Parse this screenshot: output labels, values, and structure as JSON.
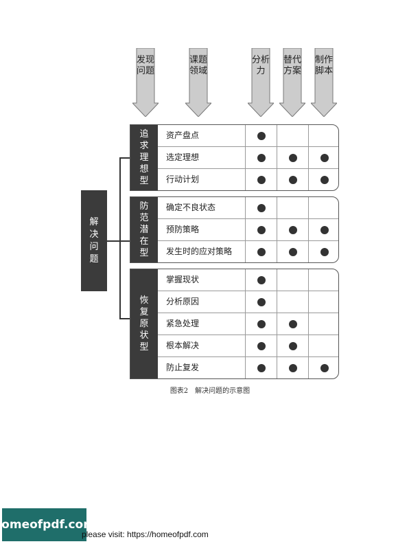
{
  "columns": [
    {
      "label": "发现问题"
    },
    {
      "label": "课题领域"
    },
    {
      "label": "分析力"
    },
    {
      "label": "替代方案"
    },
    {
      "label": "制作脚本"
    }
  ],
  "root_label": "解决问题",
  "groups": [
    {
      "label": "追求理想型",
      "rows": [
        {
          "label": "资产盘点",
          "marks": [
            true,
            false,
            false
          ]
        },
        {
          "label": "选定理想",
          "marks": [
            true,
            true,
            true
          ]
        },
        {
          "label": "行动计划",
          "marks": [
            true,
            true,
            true
          ]
        }
      ]
    },
    {
      "label": "防范潜在型",
      "rows": [
        {
          "label": "确定不良状态",
          "marks": [
            true,
            false,
            false
          ]
        },
        {
          "label": "预防策略",
          "marks": [
            true,
            true,
            true
          ]
        },
        {
          "label": "发生时的应对策略",
          "marks": [
            true,
            true,
            true
          ]
        }
      ]
    },
    {
      "label": "恢复原状型",
      "rows": [
        {
          "label": "掌握现状",
          "marks": [
            true,
            false,
            false
          ]
        },
        {
          "label": "分析原因",
          "marks": [
            true,
            false,
            false
          ]
        },
        {
          "label": "紧急处理",
          "marks": [
            true,
            true,
            false
          ]
        },
        {
          "label": "根本解决",
          "marks": [
            true,
            true,
            false
          ]
        },
        {
          "label": "防止复发",
          "marks": [
            true,
            true,
            true
          ]
        }
      ]
    }
  ],
  "caption": "图表2　解决问题的示意图",
  "logo_text": "homeofpdf.com",
  "footer_text": "please visit: https://homeofpdf.com",
  "colors": {
    "dark_fill": "#3b3b3b",
    "arrow_fill": "#cccccc",
    "logo_bg": "#1f6e6a"
  }
}
